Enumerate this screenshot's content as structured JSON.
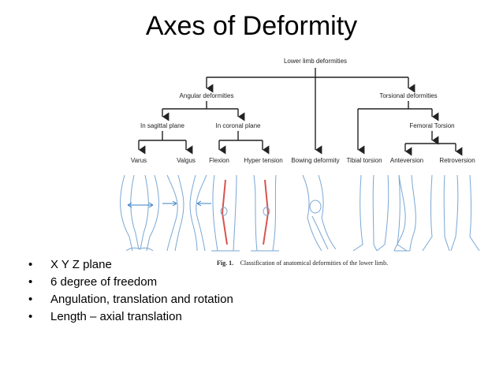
{
  "slide": {
    "title": "Axes of Deformity"
  },
  "diagram": {
    "root": "Lower limb deformities",
    "angular": "Angular deformities",
    "torsional": "Torsional deformities",
    "sagittal": "In sagittal plane",
    "coronal": "In coronal plane",
    "femoral_torsion": "Femoral Torsion",
    "leaves": {
      "varus": "Varus",
      "valgus": "Valgus",
      "flexion": "Flexion",
      "hypertension": "Hyper tension",
      "bowing": "Bowing deformity",
      "tibial": "Tibial torsion",
      "anteversion": "Anteversion",
      "retroversion": "Retroversion"
    },
    "caption_label": "Fig. 1.",
    "caption_text": "Classification of anatomical deformities of the lower limb."
  },
  "bullets": [
    "X Y Z plane",
    "6 degree of freedom",
    "Angulation, translation and rotation",
    "Length – axial translation"
  ],
  "colors": {
    "line": "#222222",
    "leg_outline": "#7aa7d4",
    "bone_highlight": "#d9534f",
    "arrow_blue": "#3b7fc4"
  }
}
